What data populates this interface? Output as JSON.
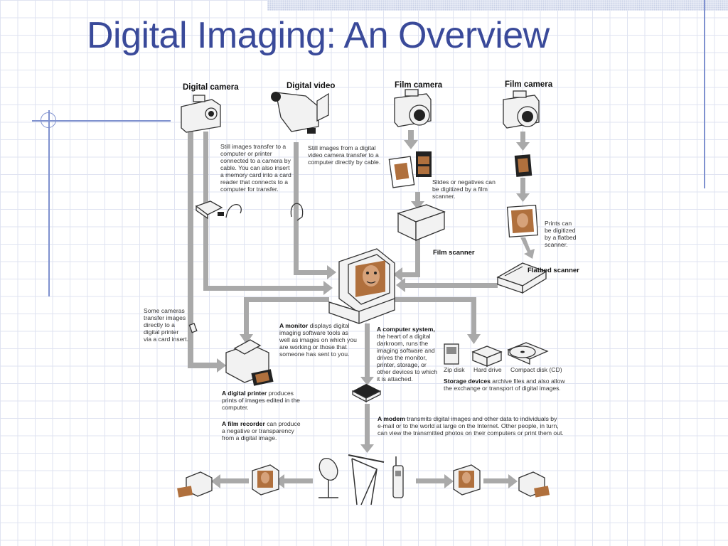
{
  "title": "Digital Imaging: An Overview",
  "labels": {
    "digital_camera": "Digital camera",
    "digital_video": "Digital video",
    "film_camera_1": "Film camera",
    "film_camera_2": "Film camera",
    "film_scanner": "Film scanner",
    "flatbed_scanner": "Flatbed scanner",
    "zip_disk": "Zip disk",
    "hard_drive": "Hard drive",
    "compact_disk": "Compact disk (CD)"
  },
  "captions": {
    "still_camera": [
      "Still images transfer to a",
      "computer or printer",
      "connected to a camera by",
      "cable. You can also insert",
      "a memory card into a card",
      "reader that connects to a",
      "computer for transfer."
    ],
    "still_video": [
      "Still images from a digital",
      "video camera transfer to a",
      "computer directly by cable."
    ],
    "slides": [
      "Slides or negatives can",
      "be digitized by a film",
      "scanner."
    ],
    "prints": [
      "Prints can",
      "be digitized",
      "by a flatbed",
      "scanner."
    ],
    "some_cameras": [
      "Some cameras",
      "transfer images",
      "directly to a",
      "digital printer",
      "via a card insert."
    ],
    "monitor": {
      "lead": "A monitor",
      "lines": [
        " displays digital",
        "imaging software tools as",
        "well as images on which you",
        "are working or those that",
        "someone has sent to you."
      ]
    },
    "computer_system": {
      "lead": "A computer system,",
      "lines": [
        "the heart of a digital",
        "darkroom, runs the",
        "imaging software and",
        "drives the monitor,",
        "printer, storage, or",
        "other devices to which",
        "it is attached."
      ]
    },
    "storage": {
      "lead": "Storage devices",
      "lines": [
        " archive files and also allow",
        "the exchange or transport of digital images."
      ]
    },
    "printer": {
      "lead": "A digital printer",
      "lines": [
        " produces",
        "prints of images edited in the",
        "computer."
      ]
    },
    "film_recorder": {
      "lead": "A film recorder",
      "lines": [
        " can produce",
        "a negative or transparency",
        "from a digital image."
      ]
    },
    "modem": {
      "lead": "A modem",
      "lines": [
        " transmits digital images and other data to individuals by",
        "e-mail or to the world at large on the Internet. Other people, in turn,",
        "can view the transmitted photos on their computers or print them out."
      ]
    }
  },
  "colors": {
    "title": "#3a4a9a",
    "grid": "#dfe3f1",
    "accent_line": "#7f91cf",
    "arrow": "#a9a9a9"
  }
}
